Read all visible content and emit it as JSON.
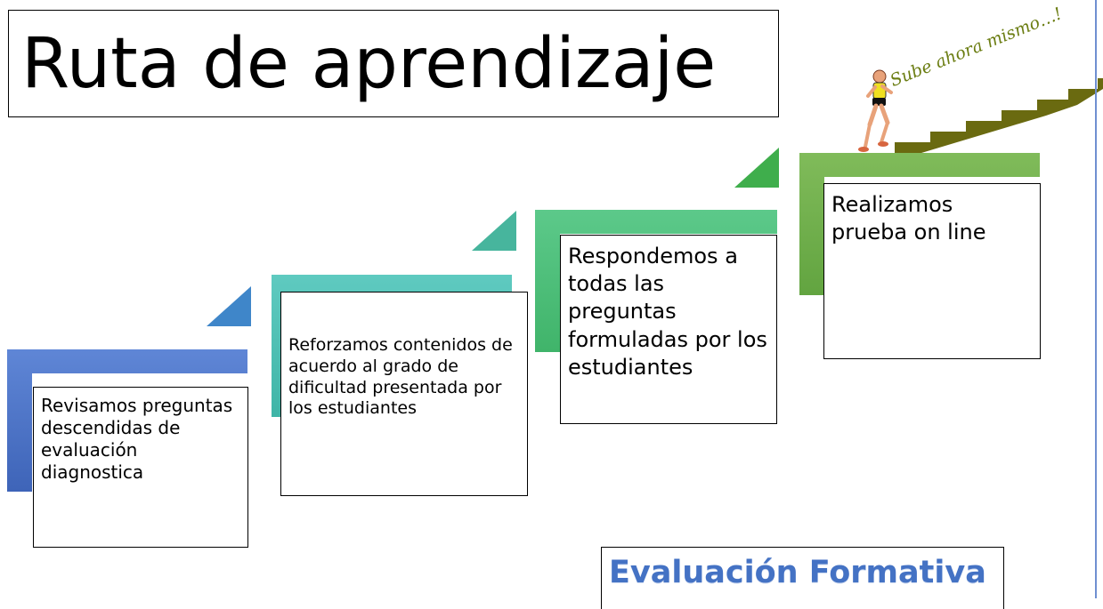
{
  "title": "Ruta de aprendizaje",
  "slogan": "Sube ahora mismo…!",
  "steps": [
    {
      "text": "Revisamos preguntas descendidas de evaluación diagnostica",
      "color": "#4a74c9"
    },
    {
      "text": "Reforzamos contenidos de acuerdo al grado de dificultad presentada por los estudiantes",
      "color": "#55c2b8"
    },
    {
      "text": "Respondemos  a todas las preguntas formuladas por los estudiantes",
      "color": "#4fc07d"
    },
    {
      "text": "Realizamos prueba on line",
      "color": "#74b04f"
    }
  ],
  "bottom_title": "Evaluación Formativa",
  "colors": {
    "stair": "#6a6a10",
    "runner_skin": "#e8a27a",
    "runner_shirt": "#f0e020",
    "accent_blue": "#4472c4"
  },
  "icons": [
    "runner-icon",
    "staircase-icon"
  ]
}
